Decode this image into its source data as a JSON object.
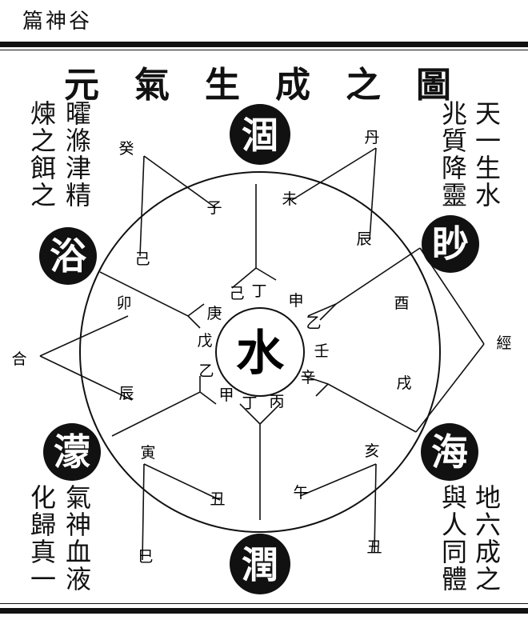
{
  "header": {
    "title": "篇神谷"
  },
  "diagram_title": "元氣生成之圖",
  "text_columns": {
    "top_right": [
      "天一生水",
      "兆質降靈"
    ],
    "top_left": [
      "煉之餌之",
      "曤滌津精"
    ],
    "bottom_right": [
      "地六成之",
      "與人同體"
    ],
    "bottom_left": [
      "化歸真一",
      "氣神血液"
    ]
  },
  "center": {
    "char": "水"
  },
  "discs": [
    {
      "id": "top",
      "char": "涸"
    },
    {
      "id": "upper-right",
      "char": "眇"
    },
    {
      "id": "lower-right",
      "char": "海"
    },
    {
      "id": "bottom",
      "char": "潤"
    },
    {
      "id": "lower-left",
      "char": "濛"
    },
    {
      "id": "upper-left",
      "char": "浴"
    }
  ],
  "inner_ring_chars": [
    "丁",
    "己",
    "申",
    "乙",
    "壬",
    "戊",
    "丙",
    "丁",
    "甲",
    "乙",
    "辛",
    "庚"
  ],
  "outer_chars": {
    "top_left_tri": [
      "癸",
      "子",
      "己"
    ],
    "top_right_tri": [
      "丹",
      "未",
      "辰"
    ],
    "right_tri": [
      "酉",
      "經",
      "戌"
    ],
    "bottom_right_tri": [
      "亥",
      "午",
      "丑"
    ],
    "bottom_left_tri": [
      "寅",
      "丑",
      "巳"
    ],
    "left_tri": [
      "卯",
      "合",
      "辰"
    ]
  }
}
